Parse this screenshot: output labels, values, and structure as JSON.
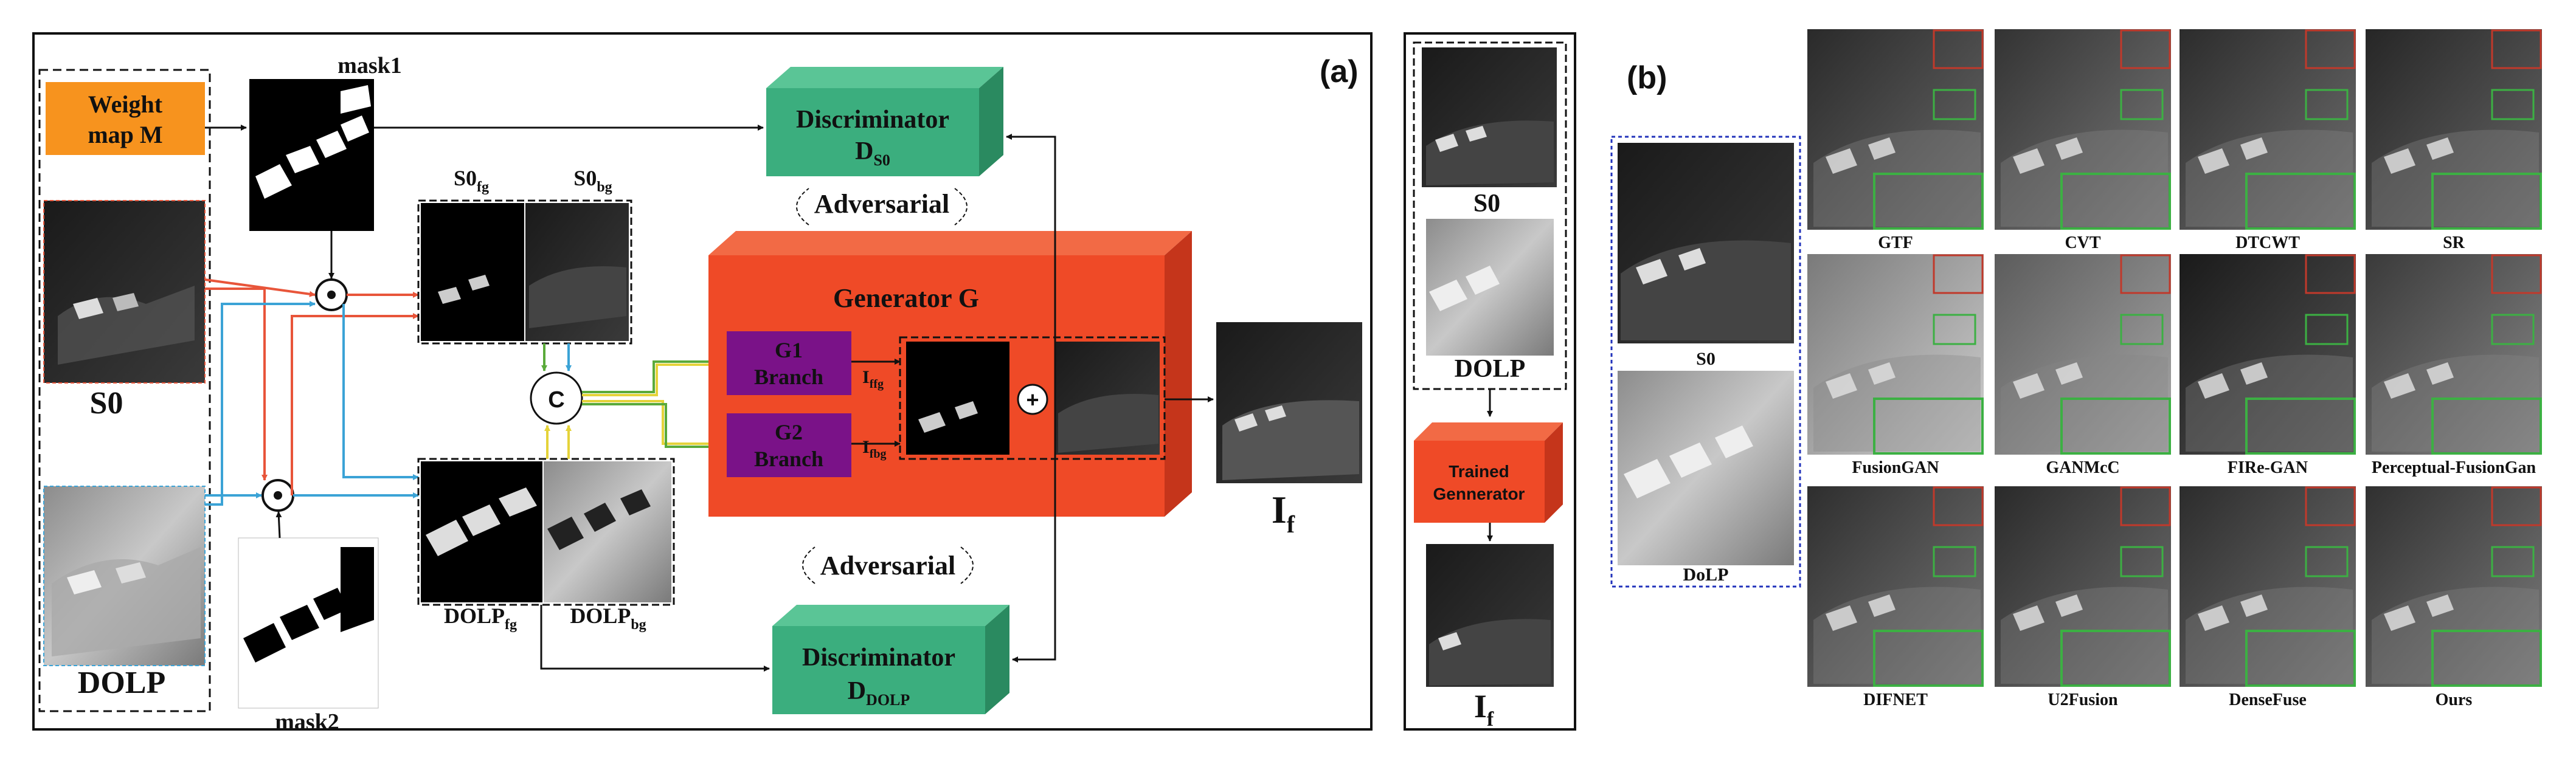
{
  "panel_a": {
    "tag": "(a)",
    "weight_map": [
      "Weight",
      "map  M"
    ],
    "mask1": "mask1",
    "mask2": "mask2",
    "s0": "S0",
    "dolp": "DOLP",
    "s0_fg": {
      "base": "S0",
      "sub": "fg"
    },
    "s0_bg": {
      "base": "S0",
      "sub": "bg"
    },
    "dolp_fg": {
      "base": "DOLP",
      "sub": "fg"
    },
    "dolp_bg": {
      "base": "DOLP",
      "sub": "bg"
    },
    "concat": "C",
    "generator": "Generator   G",
    "g1": [
      "G1",
      "Branch"
    ],
    "g2": [
      "G2",
      "Branch"
    ],
    "i_ffg": {
      "base": "I",
      "sub": "ffg"
    },
    "i_fbg": {
      "base": "I",
      "sub": "fbg"
    },
    "plus": "+",
    "disc_top": {
      "line1": "Discriminator",
      "base": "D",
      "sub": "S0"
    },
    "disc_bottom": {
      "line1": "Discriminator",
      "base": "D",
      "sub": "DOLP"
    },
    "adversarial": "Adversarial",
    "output": {
      "base": "I",
      "sub": "f"
    }
  },
  "panel_mid": {
    "s0": "S0",
    "dolp": "DOLP",
    "trained": [
      "Trained",
      "Gennerator"
    ],
    "output": {
      "base": "I",
      "sub": "f"
    }
  },
  "panel_b": {
    "tag": "(b)",
    "inputs": [
      "S0",
      "DoLP"
    ],
    "methods": [
      "GTF",
      "CVT",
      "DTCWT",
      "SR",
      "FusionGAN",
      "GANMcC",
      "FIRe-GAN",
      "Perceptual-FusionGan",
      "DIFNET",
      "U2Fusion",
      "DenseFuse",
      "Ours"
    ]
  },
  "colors": {
    "orange_box": "#f7931e",
    "generator": "#ef4a27",
    "generator_side": "#c5351b",
    "branch": "#7a1288",
    "discriminator": "#3bae7e",
    "discriminator_side": "#2a8a60",
    "red_arrow": "#e8553a",
    "blue_arrow": "#3ba3d6",
    "yellow_arrow": "#e5d33a",
    "green_arrow": "#5aaa3a",
    "thumb_red": "#c0392b",
    "thumb_green": "#3cb043"
  }
}
